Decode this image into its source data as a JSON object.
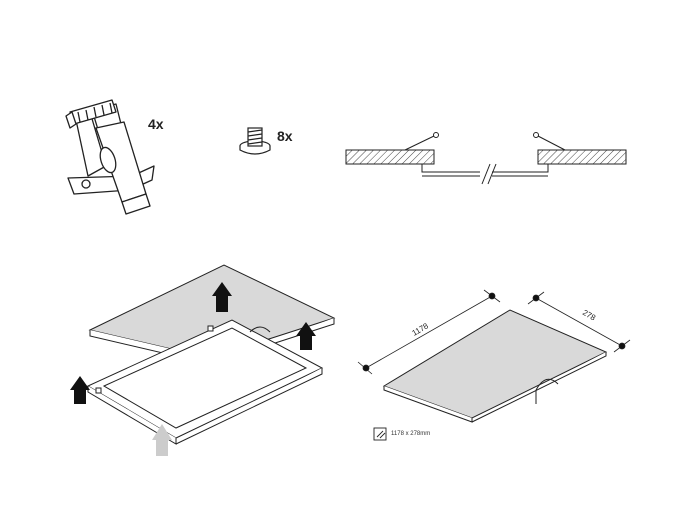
{
  "parts": {
    "spring_clip": {
      "quantity": "4x",
      "icon": "spring-clip-icon"
    },
    "screw": {
      "quantity": "8x",
      "icon": "screw-icon"
    }
  },
  "section": {
    "icon": "ceiling-cross-section-icon"
  },
  "installation": {
    "icon": "panel-installation-icon",
    "arrow_color": "#111111",
    "light_arrow_color": "#cccccc"
  },
  "dimensions": {
    "length": "1178",
    "width": "278",
    "caption": "1178 x 278mm",
    "caption_icon": "cutout-size-icon"
  },
  "colors": {
    "line": "#222222",
    "panel_fill": "#d9d9d9",
    "hatch": "#444444"
  }
}
